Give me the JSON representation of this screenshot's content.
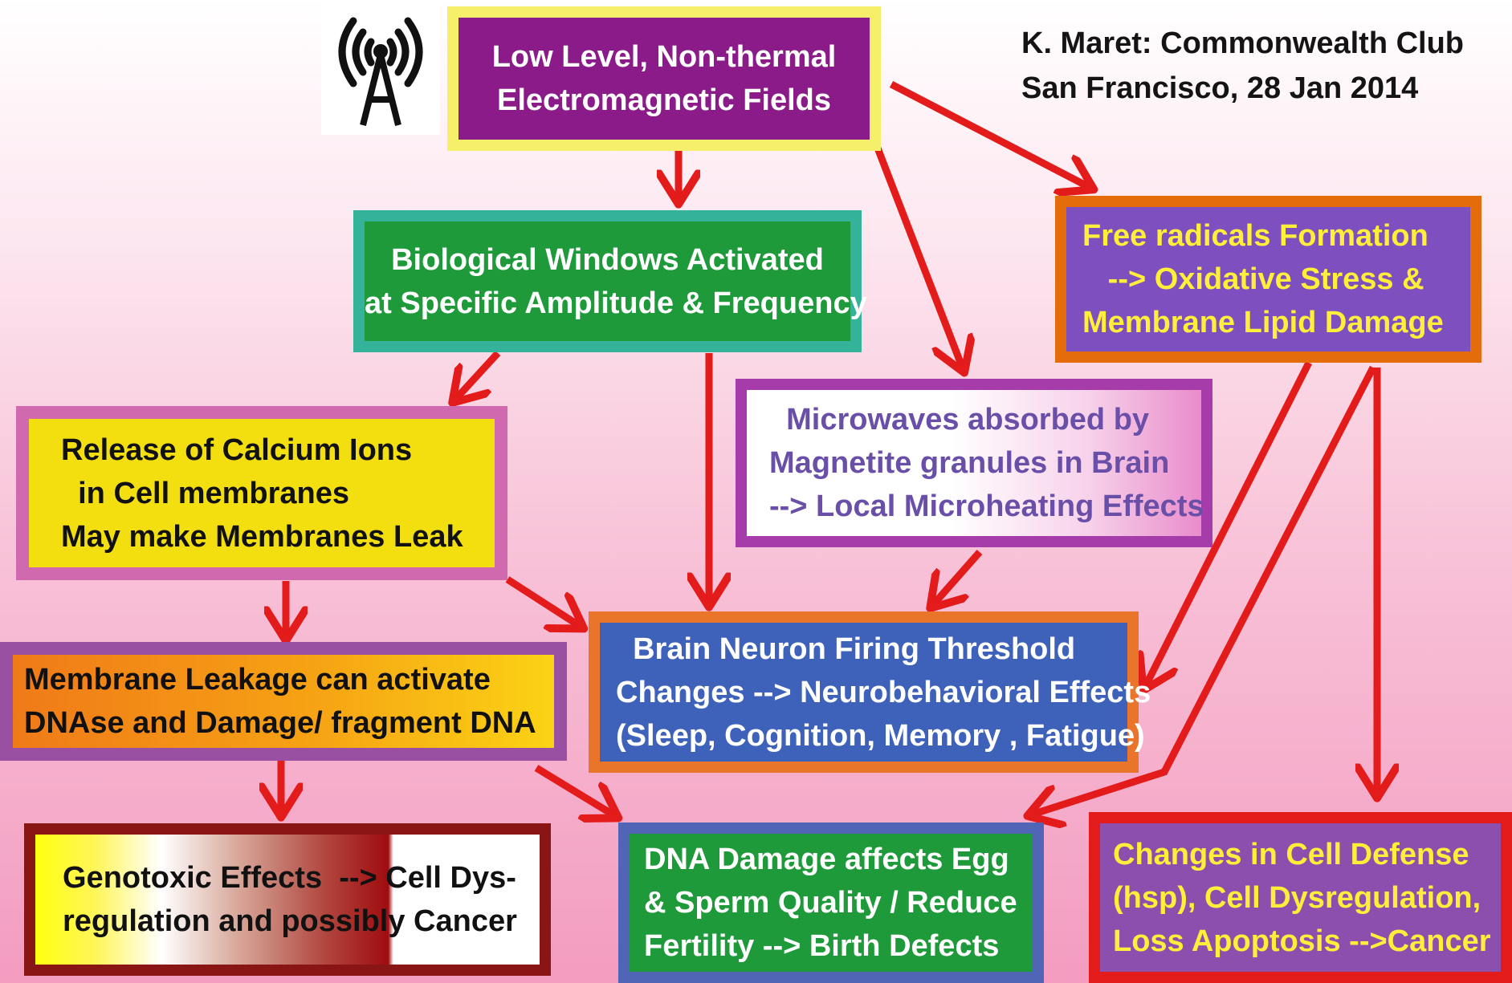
{
  "credit": {
    "line1": "K. Maret: Commonwealth Club",
    "line2": "San Francisco, 28 Jan 2014"
  },
  "icon": "radio-antenna-icon",
  "colors": {
    "arrow": "#e31b1b"
  },
  "boxes": {
    "emf": [
      "Low Level, Non-thermal",
      "Electromagnetic Fields"
    ],
    "biological": [
      "Biological Windows Activated",
      "at Specific Amplitude & Frequency"
    ],
    "free_radicals": [
      "Free radicals Formation",
      "   --> Oxidative Stress &",
      "Membrane Lipid Damage"
    ],
    "microwaves": [
      "  Microwaves absorbed by",
      "Magnetite granules in Brain",
      "--> Local Microheating Effects"
    ],
    "calcium": [
      "Release of Calcium Ions",
      "  in Cell membranes",
      "May make Membranes Leak"
    ],
    "neuron": [
      "  Brain Neuron Firing Threshold",
      "Changes --> Neurobehavioral Effects",
      "(Sleep, Cognition, Memory , Fatigue)"
    ],
    "leakage": [
      "Membrane Leakage can activate",
      "DNAse and Damage/ fragment DNA"
    ],
    "genotoxic": [
      "Genotoxic Effects  --> Cell Dys-",
      "regulation and possibly Cancer"
    ],
    "dna_damage": [
      "DNA Damage affects Egg",
      "& Sperm Quality / Reduce",
      "Fertility --> Birth Defects"
    ],
    "cell_defense": [
      "Changes in Cell Defense",
      "(hsp), Cell Dysregulation,",
      "Loss Apoptosis -->Cancer"
    ]
  }
}
